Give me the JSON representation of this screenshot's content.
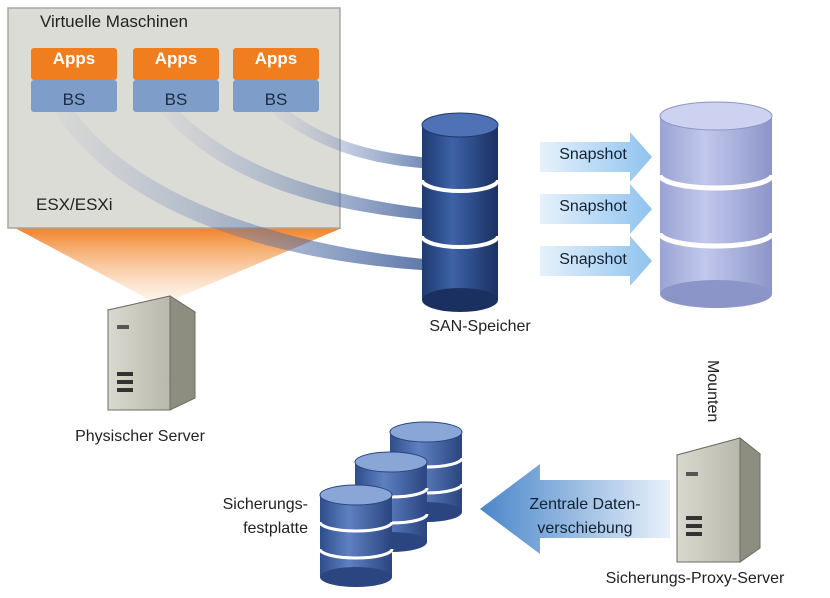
{
  "vm_host": {
    "title": "Virtuelle Maschinen",
    "hypervisor_label": "ESX/ESXi",
    "vms": [
      {
        "app_label": "Apps",
        "os_label": "BS"
      },
      {
        "app_label": "Apps",
        "os_label": "BS"
      },
      {
        "app_label": "Apps",
        "os_label": "BS"
      }
    ]
  },
  "physical_server": {
    "label": "Physischer Server"
  },
  "san": {
    "label": "SAN-Speicher"
  },
  "snapshots": [
    "Snapshot",
    "Snapshot",
    "Snapshot"
  ],
  "mount": {
    "label": "Mounten"
  },
  "proxy": {
    "label": "Sicherungs-Proxy-Server"
  },
  "backup_disk": {
    "label_line1": "Sicherungs-",
    "label_line2": "festplatte"
  },
  "data_movement": {
    "label_line1": "Zentrale Daten-",
    "label_line2": "verschiebung"
  },
  "colors": {
    "apps_orange": "#f07d1e",
    "os_blue": "#7e9ec9",
    "san_blue": "#2e4f8f",
    "snapshot_lavender": "#aab2e0",
    "backup_disk_blue": "#4c6aa7",
    "panel_gray": "#dcdcd7"
  }
}
